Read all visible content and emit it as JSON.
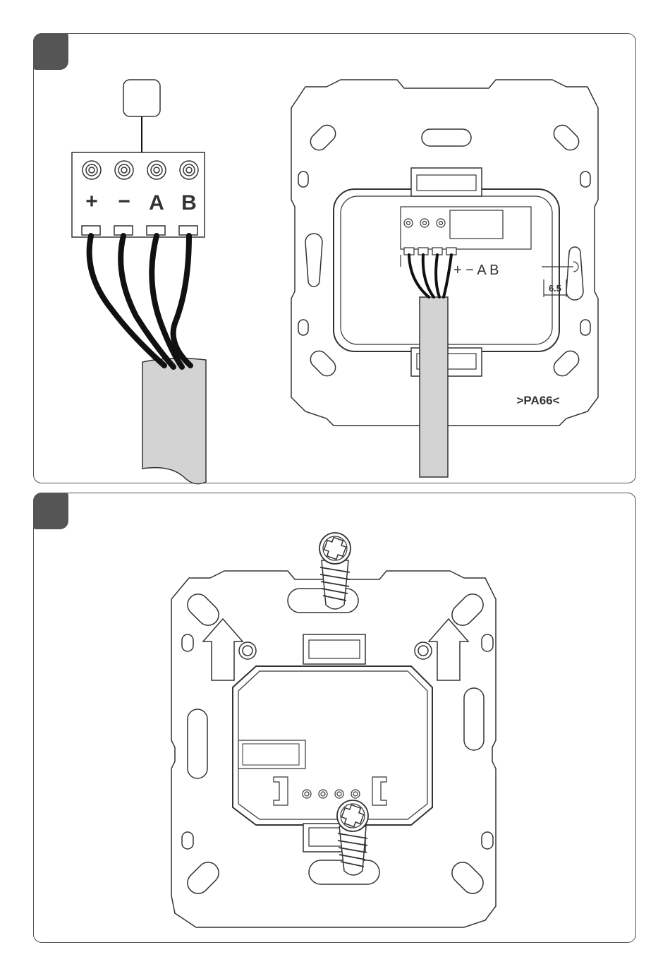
{
  "colors": {
    "line": "#333333",
    "badge": "#555555",
    "cable": "#d0d0d0",
    "wire": "#111111",
    "panel_border": "#555555"
  },
  "steps": [
    {
      "badge_text": ""
    },
    {
      "badge_text": ""
    }
  ],
  "terminal_block": {
    "labels": [
      "+",
      "−",
      "A",
      "B"
    ]
  },
  "mounting_plate_1": {
    "terminal_labels": "+ − A B",
    "dimension": "6.5",
    "material_mark": ">PA66<"
  },
  "icons": {
    "arrow": "arrow-up-icon",
    "screw": "screw-icon"
  }
}
